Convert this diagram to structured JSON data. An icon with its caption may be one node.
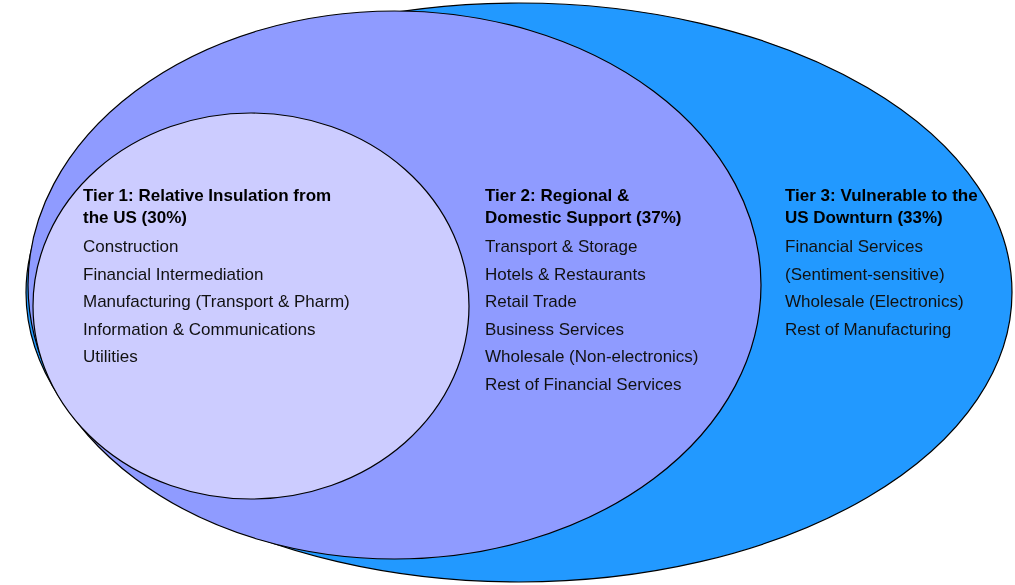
{
  "diagram": {
    "nodes": [
      {
        "text": [
          "Tier 3: Vulnerable to the US Downturn (33%)",
          "Financial Services (Sentiment-sensitive)",
          "Wholesale (Electronics)",
          "Rest of Manufacturing"
        ]
      },
      {
        "text": [
          "Tier 2: Regional & Domestic Support (37%)",
          "Transport & Storage",
          "Hotels & Restaurants",
          "Retail Trade",
          "Business Services",
          "Wholesale (Non-electronics)",
          "Rest of Financial Services"
        ],
        "in": 0
      },
      {
        "text": [
          "Tier 1: Relative Insulation from the US (30%)",
          "Construction",
          "Financial Intermediation",
          "Manufacturing (Transport & Pharm)",
          "Information & Communications",
          "Utilities"
        ],
        "in": 1
      }
    ]
  }
}
